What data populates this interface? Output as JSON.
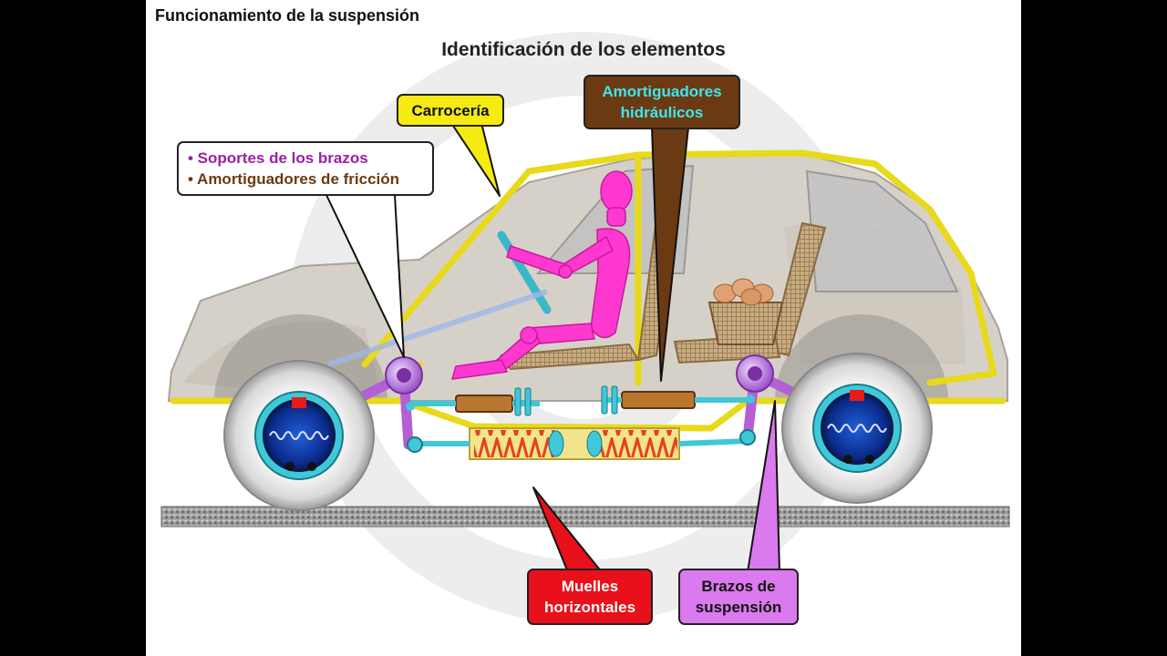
{
  "header": "Funcionamiento de la suspensión",
  "subtitle": "Identificación de los elementos",
  "callouts": {
    "carroceria": "Carrocería",
    "soportes": "• Soportes de los brazos",
    "amort_friccion": "• Amortiguadores de fricción",
    "amort_hidraulicos": [
      "Amortiguadores",
      "hidráulicos"
    ],
    "muelles": [
      "Muelles",
      "horizontales"
    ],
    "brazos": [
      "Brazos de",
      "suspensión"
    ]
  },
  "colors": {
    "carroceria_bg": "#f5ea12",
    "hidraulicos_bg": "#6b3a12",
    "hidraulicos_text": "#3ee6ee",
    "muelles_bg": "#e8101a",
    "brazos_bg": "#da7aee",
    "soportes_text": "#9b1fa8",
    "friccion_text": "#6b3a12",
    "frame": "#e8d91a",
    "spring": "#e85a2a",
    "arm": "#b45fd6",
    "pivot": "#c89ee8",
    "rod": "#2fc8d8"
  }
}
